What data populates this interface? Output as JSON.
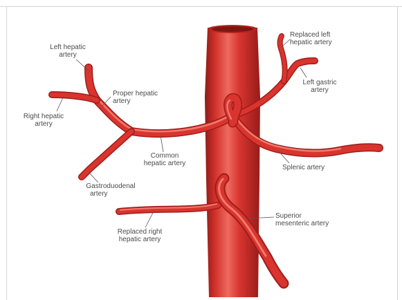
{
  "labels": {
    "left_hepatic": {
      "line1": "Left hepatic",
      "line2": "artery"
    },
    "right_hepatic": {
      "line1": "Right hepatic",
      "line2": "artery"
    },
    "proper_hepatic": {
      "line1": "Proper hepatic",
      "line2": "artery"
    },
    "common_hepatic": {
      "line1": "Common",
      "line2": "hepatic artery"
    },
    "gastroduodenal": {
      "line1": "Gastroduodenal",
      "line2": "artery"
    },
    "replaced_left_hepatic": {
      "line1": "Replaced left",
      "line2": "hepatic artery"
    },
    "left_gastric": {
      "line1": "Left gastric",
      "line2": "artery"
    },
    "splenic": {
      "line1": "Splenic artery"
    },
    "superior_mesenteric": {
      "line1": "Superior",
      "line2": "mesenteric artery"
    },
    "replaced_right_hepatic": {
      "line1": "Replaced right",
      "line2": "hepatic artery"
    }
  },
  "colors": {
    "artery": "#d9342e",
    "artery_dark": "#9e1d1a",
    "artery_light": "#f07a6e",
    "leader": "#555555",
    "text": "#4a4a4a",
    "frame": "#d4d4d4"
  }
}
